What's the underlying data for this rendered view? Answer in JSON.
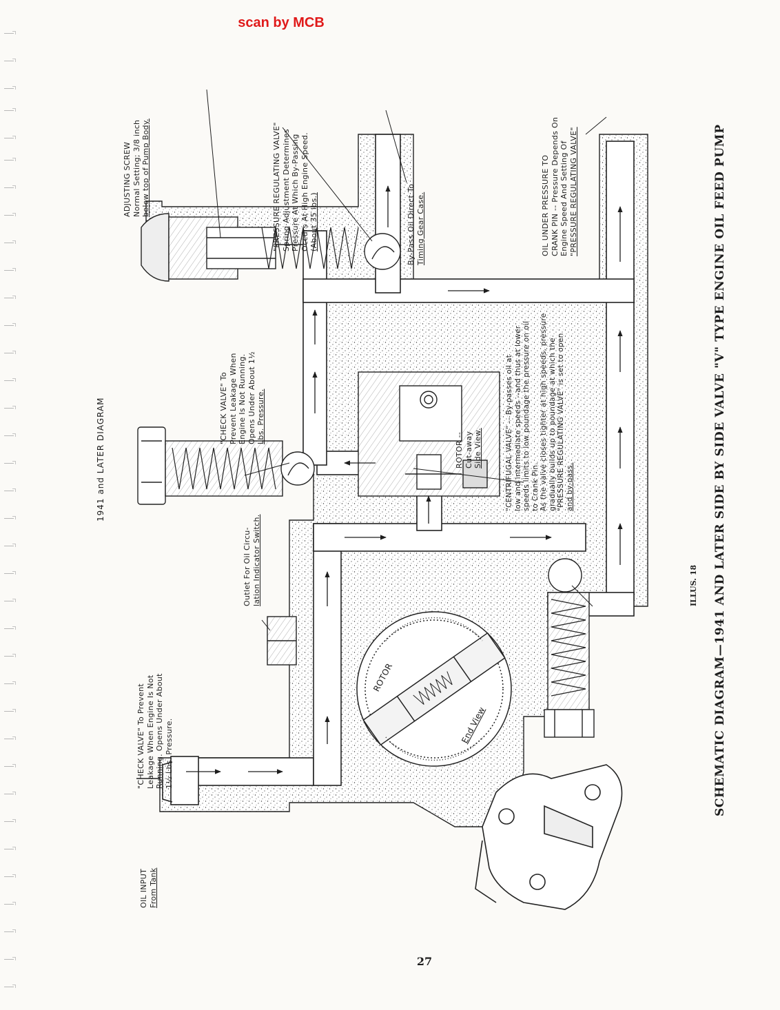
{
  "scan_credit": "scan by MCB",
  "page_number": "27",
  "illus_number": "ILLUS. 18",
  "caption": "SCHEMATIC DIAGRAM—1941 AND LATER SIDE BY SIDE VALVE \"V\" TYPE ENGINE OIL FEED PUMP",
  "diagram_title": "1941 and LATER DIAGRAM",
  "labels": {
    "oil_input": {
      "line1": "OIL INPUT",
      "line2": "From Tank"
    },
    "outlet": {
      "line1": "Outlet For Oil Circu-",
      "line2": "lation Indicator Switch."
    },
    "adjusting_screw": {
      "line1": "ADJUSTING SCREW",
      "line2": "Normal Setting; 3/8 inch",
      "line3": "below top of Pump Body."
    },
    "pressure_valve": {
      "line1": "\"PRESSURE REGULATING VALVE\"",
      "line2": "Spring Adjustment Determines",
      "line3": "Pressure At Which By-Passing",
      "line4": "Occurs At High Engine Speed.",
      "line5": "(About 35 lbs.)"
    },
    "bypass": {
      "line1": "By-Pass Oil Direct To",
      "line2": "Timing Gear Case."
    },
    "oil_pressure": {
      "line1": "OIL UNDER PRESSURE TO",
      "line2": "CRANK PIN -- Pressure Depends On",
      "line3": "Engine Speed And Setting Of",
      "line4": "\"PRESSURE REGULATING VALVE\""
    },
    "check_valve_top": {
      "line1": "\"CHECK VALVE\" To",
      "line2": "Prevent Leakage When",
      "line3": "Engine Is Not Running.",
      "line4": "Opens Under About 1½",
      "line5": "Lbs. Pressure."
    },
    "centrifugal": {
      "line1": "\"CENTRIFUGAL VALVE\" -- By-passes oil at",
      "line2": "low and intermediate speeds --and thus at lower",
      "line3": "speeds limits to low poundage the pressure on oil",
      "line4": "to Crank Pin.",
      "line5": "As the valve closes tighter at high speeds, pressure",
      "line6": "gradually builds up to poundage at which the",
      "line7": "\"PRESSURE REGULATING VALVE\" is set to open",
      "line8": "and by-pass."
    },
    "rotor_cutaway": {
      "line1": "ROTOR --",
      "line2": "Cut-away",
      "line3": "Side View."
    },
    "rotor": "ROTOR",
    "end_view": "End View",
    "check_valve_bottom": {
      "line1": "\"CHECK VALVE\" To Prevent",
      "line2": "Leakage When Engine Is Not",
      "line3": "Running. Opens Under About",
      "line4": "1½ Lbs. Pressure."
    }
  }
}
